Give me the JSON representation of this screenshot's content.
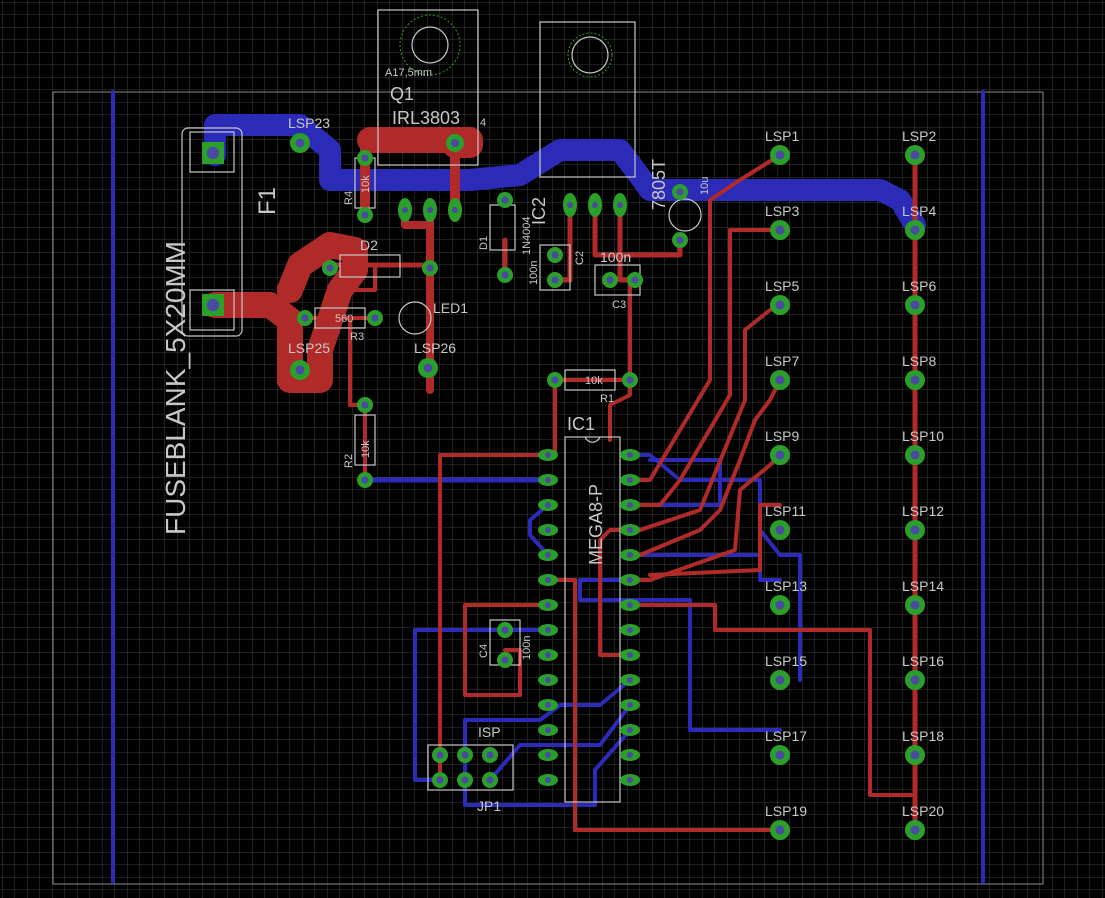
{
  "colors": {
    "background": "#000000",
    "grid": "#4a4a4a",
    "top_copper": "#b02a2a",
    "bottom_copper": "#2b2bb8",
    "pad": "#2aa02a",
    "drill": "#4a4aa0",
    "silk": "#c8c8c8"
  },
  "board": {
    "fuse_label": "FUSEBLANK_5X20MM",
    "fuse_name": "F1"
  },
  "components": {
    "q1_pkg": "A17,5mm",
    "q1_name": "Q1",
    "q1_part": "IRL3803",
    "q1_extra": "4",
    "ic2_name": "IC2",
    "ic2_part": "7805T",
    "c_10u": "10u",
    "r4_name": "R4",
    "r4_val": "10k",
    "d1_name": "D1",
    "d1_part": "1N4004",
    "c2_val": "100n",
    "c2_name": "C2",
    "c3_val": "100n",
    "c3_name": "C3",
    "d2_name": "D2",
    "r3_val": "560",
    "r3_name": "R3",
    "led1_name": "LED1",
    "r1_val": "10k",
    "r1_name": "R1",
    "r2_name": "R2",
    "r2_val": "10k",
    "ic1_name": "IC1",
    "ic1_part": "MEGA8-P",
    "c4_name": "C4",
    "c4_val": "100n",
    "isp_label": "ISP",
    "jp1_name": "JP1"
  },
  "lsp": {
    "lsp1": "LSP1",
    "lsp2": "LSP2",
    "lsp3": "LSP3",
    "lsp4": "LSP4",
    "lsp5": "LSP5",
    "lsp6": "LSP6",
    "lsp7": "LSP7",
    "lsp8": "LSP8",
    "lsp9": "LSP9",
    "lsp10": "LSP10",
    "lsp11": "LSP11",
    "lsp12": "LSP12",
    "lsp13": "LSP13",
    "lsp14": "LSP14",
    "lsp15": "LSP15",
    "lsp16": "LSP16",
    "lsp17": "LSP17",
    "lsp18": "LSP18",
    "lsp19": "LSP19",
    "lsp20": "LSP20",
    "lsp23": "LSP23",
    "lsp25": "LSP25",
    "lsp26": "LSP26"
  }
}
